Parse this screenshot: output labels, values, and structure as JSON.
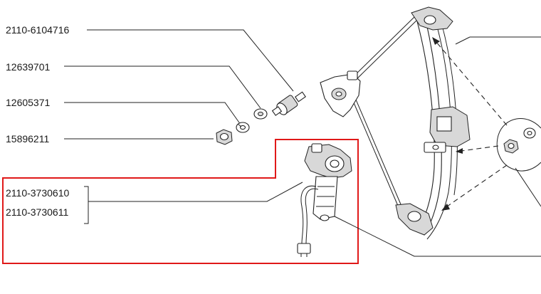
{
  "part_numbers": [
    "2110-6104716",
    "12639701",
    "12605371",
    "15896211",
    "2110-3730610",
    "2110-3730611"
  ],
  "colors": {
    "highlight": "#e01919",
    "line": "#222222"
  }
}
